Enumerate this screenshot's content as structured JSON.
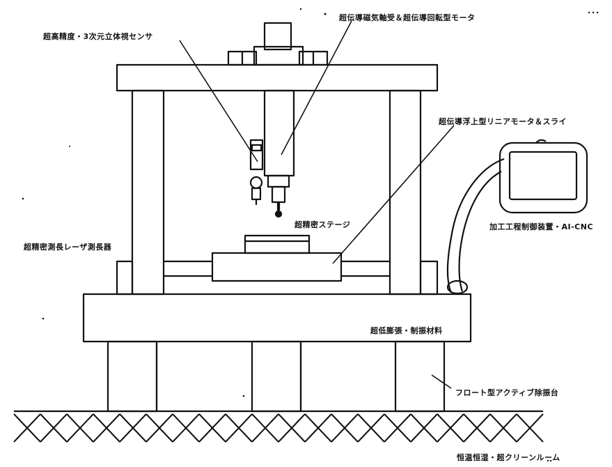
{
  "labels": {
    "sensor": "超高精度・3次元立体視センサ",
    "spindle": "超伝導磁気軸受＆超伝導回転型モータ",
    "linear_motor": "超伝導浮上型リニアモータ＆スライ",
    "control": "加工工程制御装置・AI-CNC",
    "stage": "超精密ステージ",
    "laser": "超精密測長レーザ測長器",
    "material": "超低膨張・制振材料",
    "isolator": "フロート型アクティブ除振台",
    "environment": "恒温恒湿・超クリーンルーム"
  },
  "colors": {
    "ink": "#111111",
    "paper": "#ffffff"
  }
}
